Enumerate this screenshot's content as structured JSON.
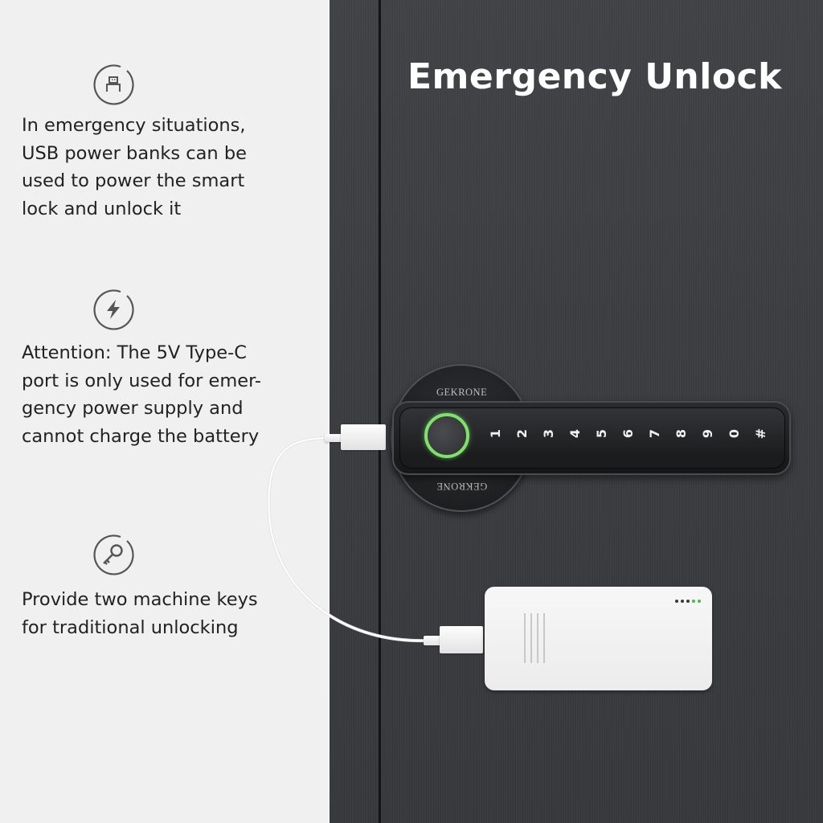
{
  "header": {
    "title": "Emergency Unlock"
  },
  "features": [
    {
      "icon": "usb-icon",
      "text_lines": [
        "In emergency situations,",
        "USB power banks can be",
        "used to power the smart",
        "lock and unlock it"
      ]
    },
    {
      "icon": "lightning-bolt-icon",
      "text_lines": [
        "Attention: The 5V Type-C",
        "port is only used for emer-",
        "gency power supply and",
        "cannot charge the battery"
      ]
    },
    {
      "icon": "key-icon",
      "text_lines": [
        "Provide two machine keys",
        "for traditional unlocking"
      ]
    }
  ],
  "lock": {
    "brand": "GEKRONE",
    "keypad": [
      "1",
      "2",
      "3",
      "4",
      "5",
      "6",
      "7",
      "8",
      "9",
      "0",
      "#"
    ],
    "fingerprint_ring_color": "#7fe36a"
  },
  "power_bank": {
    "led_colors": [
      "#3a3a3a",
      "#3a3a3a",
      "#3a3a3a",
      "#3fc03f",
      "#3fc03f"
    ]
  },
  "colors": {
    "left_panel_bg": "#f0f0f0",
    "door_bg": "#3b3d41",
    "text": "#222222",
    "title": "#ffffff"
  }
}
